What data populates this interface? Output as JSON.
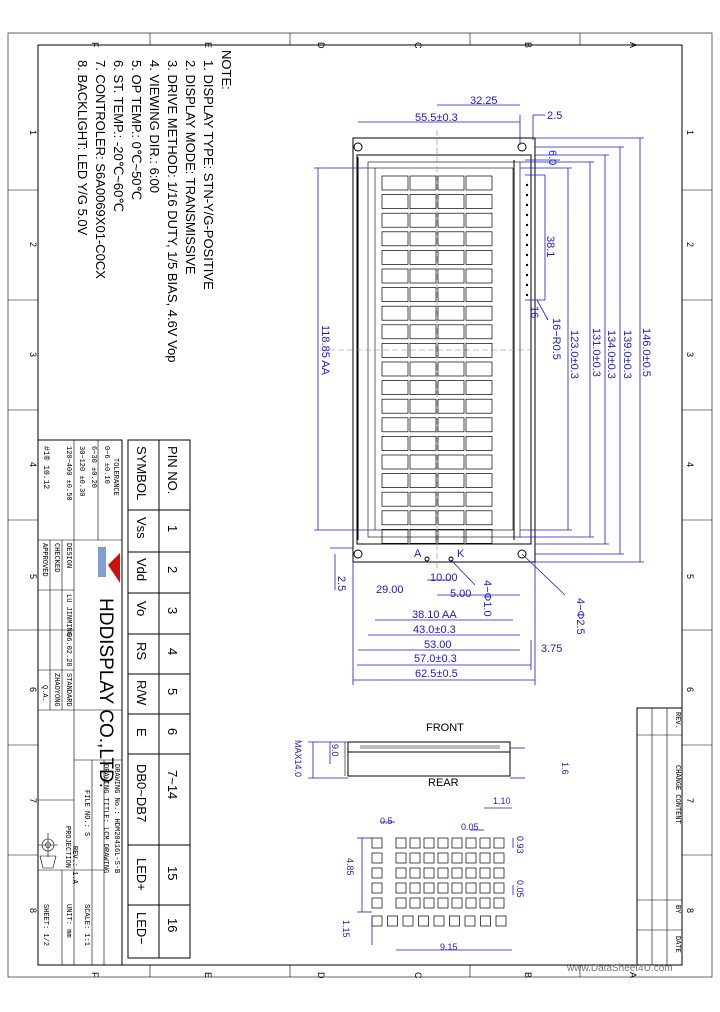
{
  "border": {
    "col_letters": [
      "F",
      "E",
      "D",
      "C",
      "B",
      "A"
    ],
    "row_numbers": [
      "1",
      "2",
      "3",
      "4",
      "5",
      "6",
      "7",
      "8"
    ]
  },
  "notes": {
    "title": "NOTE:",
    "items": [
      "1. DISPLAY TYPE: STN-Y/G-POSITIVE",
      "2. DISPLAY MODE: TRANSMISSIVE",
      "3. DRIVE METHOD: 1/16 DUTY, 1/5 BIAS, 4.6V Vop",
      "4. VIEWING DIR.: 6:00",
      "5. OP TEMP.: 0℃~50℃",
      "6. ST. TEMP.: -20℃~60℃",
      "7. CONTROLER: S6A0069X01-C0CX",
      "8. BACKLIGHT: LED Y/G 5.0V"
    ]
  },
  "pin_table": {
    "headers": [
      "PIN NO.",
      "SYMBOL"
    ],
    "rows": [
      {
        "pin": "1",
        "symbol": "Vss"
      },
      {
        "pin": "2",
        "symbol": "Vdd"
      },
      {
        "pin": "3",
        "symbol": "Vo"
      },
      {
        "pin": "4",
        "symbol": "RS"
      },
      {
        "pin": "5",
        "symbol": "R/W"
      },
      {
        "pin": "6",
        "symbol": "E"
      },
      {
        "pin": "7~14",
        "symbol": "DB0~DB7"
      },
      {
        "pin": "15",
        "symbol": "LED+"
      },
      {
        "pin": "16",
        "symbol": "LED−"
      }
    ]
  },
  "title_block": {
    "company": "HDDISPLAY CO.,LTD.",
    "tolerance_label": "TOLERANCE",
    "tolerances": [
      "0~6  ±0.10",
      "6~30  ±0.20",
      "30~120  ±0.30",
      "120~400  ±0.50"
    ],
    "projection": "#1® 10.12",
    "roles": [
      "DESIGN",
      "CHECKED",
      "APPROVED"
    ],
    "design_name": "LU JINMING",
    "design_date": "06.02.28",
    "standard": "STANDARD",
    "checked_sig": "ZHAOYONG",
    "approved_sig": "Q.A.",
    "drawing_no": "DRAWING No.: HDM20416L-S-B",
    "drawing_title": "DRAWING TITLE: LCM DRAWING",
    "file_no": "FILE NO.: S",
    "rev": "REV.: 1.A",
    "projection_label": "PROJECTION",
    "scale": "SCALE: 1:1",
    "unit": "UNIT: mm",
    "sheet": "SHEET: 1/2"
  },
  "change_block": {
    "header": "CHANGE CONTENT",
    "rev_col": "REV.",
    "date_col": "DATE",
    "by_col": "BY"
  },
  "dimensions": {
    "d3225": "32.25",
    "d25top": "2.5",
    "d555": "55.5±0.3",
    "d60": "6.0",
    "d381v": "38.1",
    "d16": "16",
    "d16r": "16−R0.5",
    "d123": "123.0±0.3",
    "d131": "131.0±0.3",
    "d134": "134.0±0.3",
    "d139": "139.0±0.3",
    "d146": "146.0±0.5",
    "d11885": "118.85 AA",
    "d25left": "2.5",
    "d2900": "29.00",
    "d1000": "10.00",
    "d500": "5.00",
    "d4phi10": "4−Φ1.0",
    "d4phi25": "4−Φ2.5",
    "d3810": "38.10 AA",
    "d430": "43.0±0.3",
    "d5300": "53.00",
    "d570": "57.0±0.3",
    "d625": "62.5±0.5",
    "d375": "3.75",
    "labelA": "A",
    "labelK": "K"
  },
  "side_view": {
    "front": "FRONT",
    "rear": "REAR",
    "max": "MAX14.0",
    "d90": "9.0",
    "d16": "1.6"
  },
  "char_detail": {
    "d05": "0.5",
    "d110": "1.10",
    "d005a": "0.05",
    "d093": "0.93",
    "d485": "4.85",
    "d005b": "0.05",
    "d115": "1.15",
    "d915": "9.15"
  },
  "watermark": "www.DataSheet4U.com",
  "colors": {
    "dimension": "#1a1acc",
    "outline": "#000000",
    "logo_red": "#cc1111"
  }
}
